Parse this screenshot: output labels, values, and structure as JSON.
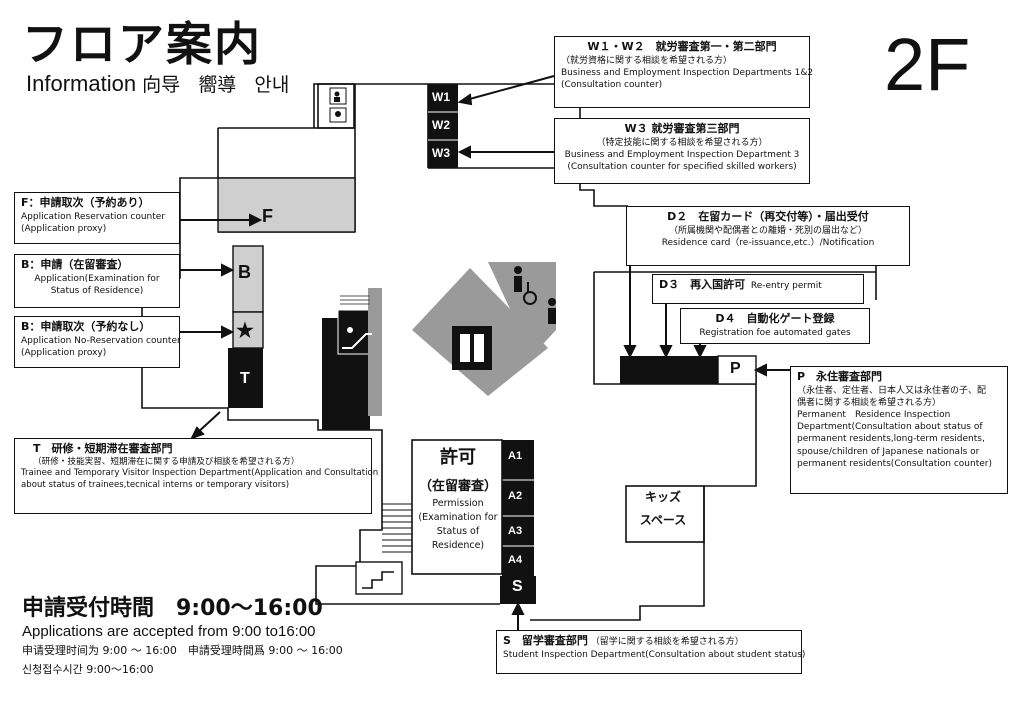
{
  "header": {
    "title_jp": "フロア案内",
    "info_en": "Information",
    "info_zh_cn": "向导",
    "info_zh_tw": "嚮導",
    "info_ko": "안내",
    "floor": "2F"
  },
  "counters": {
    "w_labels": [
      "W1",
      "W2",
      "W3"
    ],
    "f": "F",
    "b": "B",
    "star": "★",
    "t": "T",
    "p": "P",
    "s": "S",
    "a_labels": [
      "A1",
      "A2",
      "A3",
      "A4"
    ]
  },
  "boxes": {
    "w12": {
      "title": "W１・W２　就労審査第一・第二部門",
      "line1": "（就労資格に関する相談を希望される方）",
      "line2": "Business and Employment Inspection Departments 1&2",
      "line3": "(Consultation counter)"
    },
    "w3": {
      "title": "W３ 就労審査第三部門",
      "line1": "（特定技能に関する相談を希望される方）",
      "line2": "Business and Employment Inspection Department 3",
      "line3": "(Consultation counter for specified skilled workers)"
    },
    "f": {
      "title": "F：申請取次（予約あり）",
      "line1": "Application Reservation counter",
      "line2": "(Application proxy)"
    },
    "b1": {
      "title": "B：申請（在留審査）",
      "line1": "Application(Examination for",
      "line2": "Status of Residence)"
    },
    "b2": {
      "title": "B：申請取次（予約なし）",
      "line1": "Application No-Reservation counter",
      "line2": "(Application proxy)"
    },
    "d2": {
      "title": "D２　在留カード（再交付等）・届出受付",
      "line1": "（所属機関や配偶者との離婚・死別の届出など）",
      "line2": "Residence card（re-issuance,etc.）/Notification"
    },
    "d3": {
      "title": "D３　再入国許可",
      "sub": "Re-entry permit"
    },
    "d4": {
      "title": "D４　自動化ゲート登録",
      "line1": "Registration foe automated gates"
    },
    "p": {
      "title": "P　永住審査部門",
      "line1": "（永住者、定住者、日本人又は永住者の子、配",
      "line2": "偶者に関する相談を希望される方）",
      "line3": "Permanent　Residence Inspection",
      "line4": "Department(Consultation about status of",
      "line5": "permanent residents,long-term residents,",
      "line6": "spouse/children of Japanese nationals or",
      "line7": "permanent residents(Consultation counter)"
    },
    "t": {
      "title": "T　研修・短期滞在審査部門",
      "line1": "（研修・技能実習、短期滞在に関する申請及び相談を希望される方）",
      "line2": "Trainee and Temporary Visitor Inspection Department(Application and Consultation",
      "line3": "about status of trainees,tecnical interns or temporary visitors)"
    },
    "s": {
      "title": "S　留学審査部門",
      "sub": "（留学に関する相談を希望される方）",
      "line1": "Student Inspection Department(Consultation about student status)"
    }
  },
  "permit": {
    "title": "許可",
    "sub": "（在留審査）",
    "line1": "Permission",
    "line2": "(Examination for",
    "line3": "Status of",
    "line4": "Residence)"
  },
  "kids": {
    "line1": "キッズ",
    "line2": "スペース"
  },
  "hours": {
    "jp": "申請受付時間　9:00～16:00",
    "en": "Applications are accepted from 9:00 to16:00",
    "zh": "申请受理时间为 9:00 ～ 16:00　申請受理時間爲 9:00 ～ 16:00",
    "ko": "신청접수시간 9:00～16:00"
  },
  "icons": [
    "toilet-icon",
    "baby-care-icon",
    "escalator-icon",
    "elevator-icon",
    "stairs-icon",
    "restroom-icon",
    "wheelchair-icon"
  ],
  "colors": {
    "ink": "#111111",
    "shade": "#cfcfcf",
    "dark-shade": "#9a9a9a"
  }
}
